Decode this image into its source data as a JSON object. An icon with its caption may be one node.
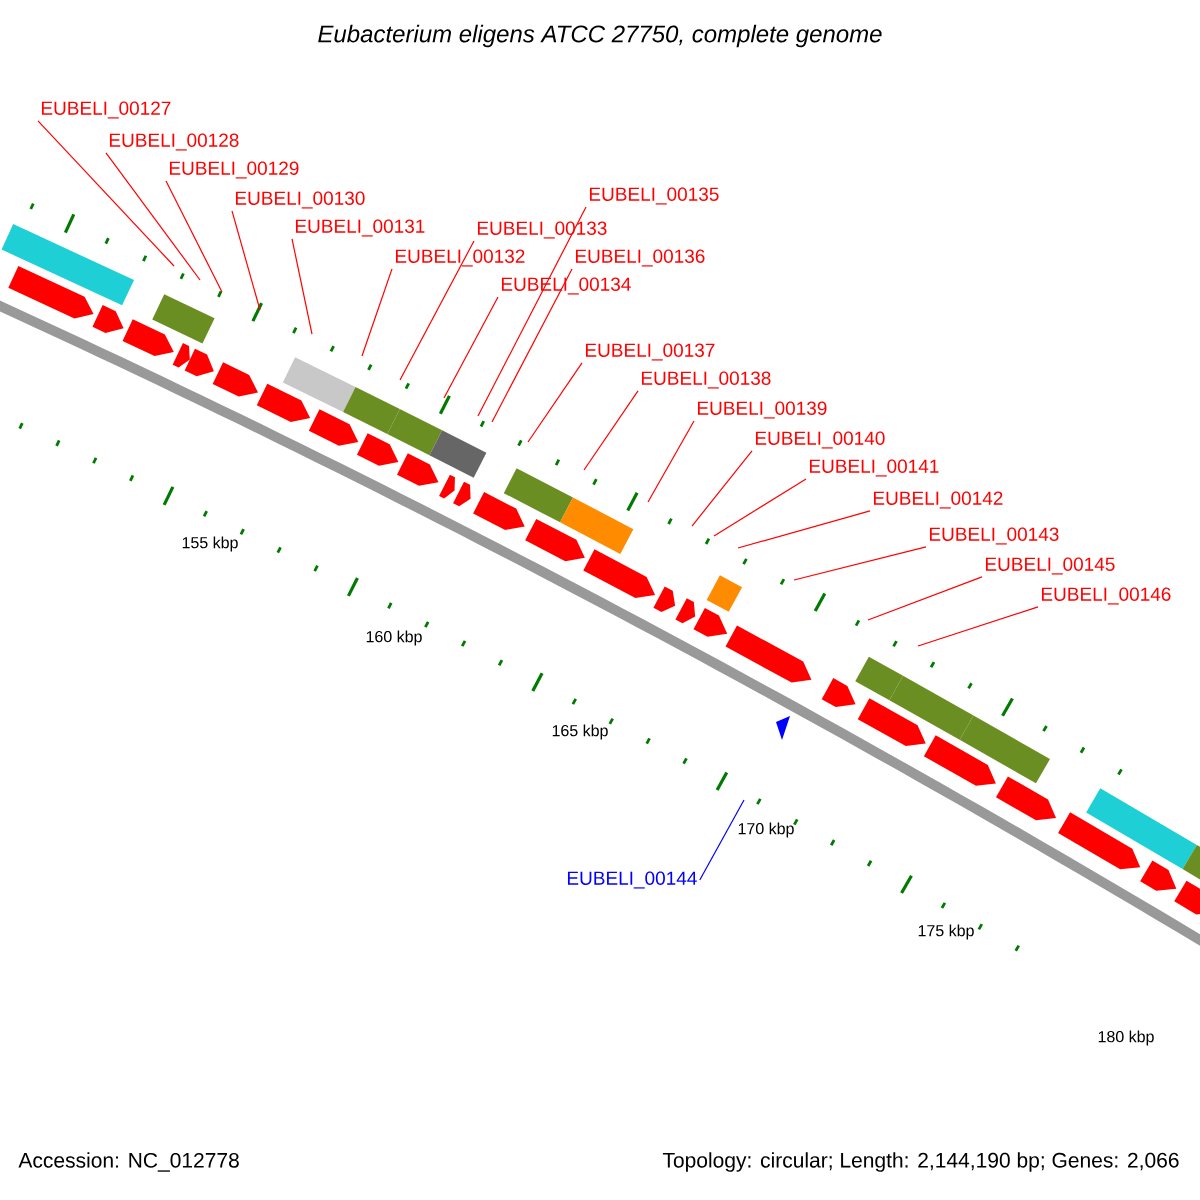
{
  "diagram": {
    "title": "Eubacterium eligens ATCC 27750, complete genome",
    "nodes": [
      {
        "text": [
          "EUBELI_00127"
        ]
      },
      {
        "text": [
          "EUBELI_00128"
        ]
      },
      {
        "text": [
          "EUBELI_00129"
        ]
      },
      {
        "text": [
          "EUBELI_00130"
        ]
      },
      {
        "text": [
          "EUBELI_00131"
        ]
      },
      {
        "text": [
          "EUBELI_00132"
        ]
      },
      {
        "text": [
          "EUBELI_00133"
        ]
      },
      {
        "text": [
          "EUBELI_00134"
        ]
      },
      {
        "text": [
          "EUBELI_00135"
        ]
      },
      {
        "text": [
          "EUBELI_00136"
        ]
      },
      {
        "text": [
          "EUBELI_00137"
        ]
      },
      {
        "text": [
          "EUBELI_00138"
        ]
      },
      {
        "text": [
          "EUBELI_00139"
        ]
      },
      {
        "text": [
          "EUBELI_00140"
        ]
      },
      {
        "text": [
          "EUBELI_00141"
        ]
      },
      {
        "text": [
          "EUBELI_00142"
        ]
      },
      {
        "text": [
          "EUBELI_00143"
        ]
      },
      {
        "text": [
          "EUBELI_00145"
        ]
      },
      {
        "text": [
          "EUBELI_00146"
        ]
      },
      {
        "text": [
          "EUBELI_00144"
        ]
      }
    ],
    "edges": [
      {
        "from": 0,
        "to": null,
        "arrow": "none"
      },
      {
        "from": 1,
        "to": null,
        "arrow": "none"
      },
      {
        "from": 2,
        "to": null,
        "arrow": "none"
      },
      {
        "from": 3,
        "to": null,
        "arrow": "none"
      },
      {
        "from": 4,
        "to": null,
        "arrow": "none"
      },
      {
        "from": 5,
        "to": null,
        "arrow": "none"
      },
      {
        "from": 6,
        "to": null,
        "arrow": "none"
      },
      {
        "from": 7,
        "to": null,
        "arrow": "none"
      },
      {
        "from": 8,
        "to": null,
        "arrow": "none"
      },
      {
        "from": 9,
        "to": null,
        "arrow": "none"
      },
      {
        "from": 10,
        "to": null,
        "arrow": "none"
      },
      {
        "from": 11,
        "to": null,
        "arrow": "none"
      },
      {
        "from": 12,
        "to": null,
        "arrow": "none"
      },
      {
        "from": 13,
        "to": null,
        "arrow": "none"
      },
      {
        "from": 14,
        "to": null,
        "arrow": "none"
      },
      {
        "from": 15,
        "to": null,
        "arrow": "none"
      },
      {
        "from": 16,
        "to": null,
        "arrow": "none"
      },
      {
        "from": 17,
        "to": null,
        "arrow": "none"
      },
      {
        "from": 18,
        "to": null,
        "arrow": "none"
      },
      {
        "from": 19,
        "to": null,
        "arrow": "none",
        "color": "#0000ff"
      }
    ],
    "labels": [
      "155 kbp",
      "160 kbp",
      "165 kbp",
      "170 kbp",
      "175 kbp",
      "180 kbp",
      "Accession: NC_012778",
      "Topology: circular; Length: 2,144,190 bp; Genes: 2,066"
    ]
  }
}
